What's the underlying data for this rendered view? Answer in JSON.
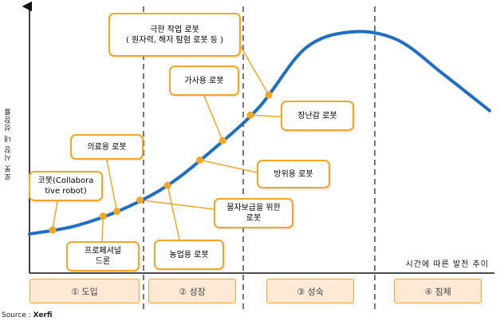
{
  "chart_data": {
    "type": "line",
    "title": "",
    "ylabel": "로봇 시장 내 성장률",
    "xlabel": "시간에 따른 발전 추이",
    "grid": false,
    "series": [
      {
        "color": "#1f6fc5",
        "x": [
          0,
          10,
          20,
          30,
          40,
          50,
          60,
          70,
          80,
          90,
          100
        ],
        "y": [
          0,
          4,
          12,
          24,
          42,
          63,
          92,
          100,
          96,
          79,
          61
        ]
      }
    ],
    "stages": [
      {
        "label": "① 도입"
      },
      {
        "label": "② 성장"
      },
      {
        "label": "③ 성숙"
      },
      {
        "label": "④ 침체"
      }
    ],
    "annotations": [
      {
        "text": "코봇(Collabora\ntive robot)",
        "at_x": 5
      },
      {
        "text": "의료용 로봇",
        "at_x": 19
      },
      {
        "text": "프로페셔널\n드론",
        "at_x": 16
      },
      {
        "text": "농업용 로봇",
        "at_x": 30
      },
      {
        "text": "물자보급을 위한\n로봇",
        "at_x": 24
      },
      {
        "text": "방위용 로봇",
        "at_x": 37
      },
      {
        "text": "가사용 로봇",
        "at_x": 42
      },
      {
        "text": "장난감 로봇",
        "at_x": 48
      },
      {
        "text": "극한 작업 로봇\n( 원자력, 해저 탐험 로봇 등 )",
        "at_x": 52
      }
    ]
  },
  "source": {
    "prefix": "Source : ",
    "name": "Xerfi"
  }
}
